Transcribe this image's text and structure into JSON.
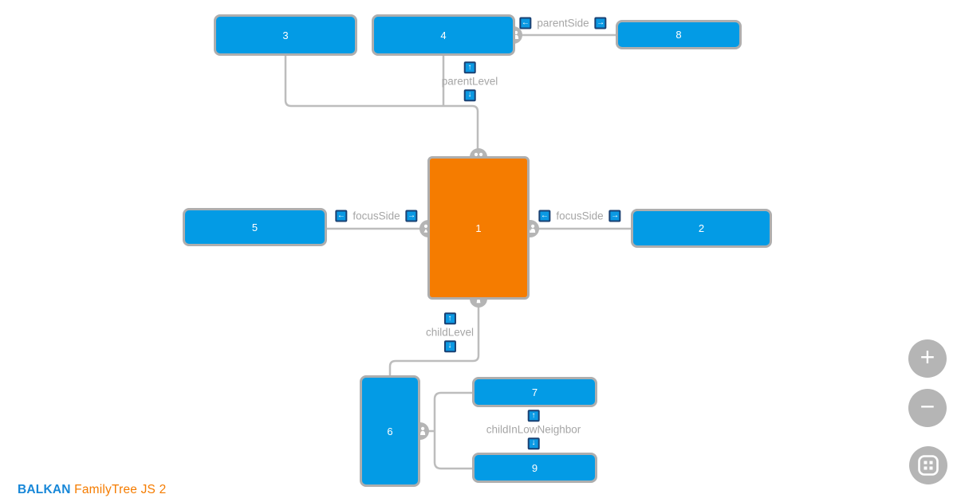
{
  "app": {
    "brand_bold": "BALKAN",
    "brand_rest": "FamilyTree JS 2"
  },
  "nodes": [
    {
      "id": "1",
      "label": "1",
      "color": "#F57C00",
      "role": "focus"
    },
    {
      "id": "2",
      "label": "2",
      "color": "#039BE5",
      "role": "focus-side-right"
    },
    {
      "id": "3",
      "label": "3",
      "color": "#039BE5",
      "role": "parent"
    },
    {
      "id": "4",
      "label": "4",
      "color": "#039BE5",
      "role": "parent"
    },
    {
      "id": "5",
      "label": "5",
      "color": "#039BE5",
      "role": "focus-side-left"
    },
    {
      "id": "6",
      "label": "6",
      "color": "#039BE5",
      "role": "child"
    },
    {
      "id": "7",
      "label": "7",
      "color": "#039BE5",
      "role": "child-neighbor-top"
    },
    {
      "id": "8",
      "label": "8",
      "color": "#039BE5",
      "role": "parent-side"
    },
    {
      "id": "9",
      "label": "9",
      "color": "#039BE5",
      "role": "child-neighbor-bottom"
    }
  ],
  "edge_labels": {
    "parent_side": "parentSide",
    "parent_level": "parentLevel",
    "focus_side_left": "focusSide",
    "focus_side_right": "focusSide",
    "child_level": "childLevel",
    "child_in_low_neighbor": "childInLowNeighbor"
  },
  "icons": {
    "arrow_up": "↑",
    "arrow_down": "↓",
    "arrow_left": "←",
    "arrow_right": "→",
    "zoom_in": "+",
    "zoom_out": "−"
  },
  "colors": {
    "node_blue": "#039BE5",
    "node_orange": "#F57C00",
    "node_border": "#aeaeae",
    "link_gray": "#bdbdbd",
    "connector_gray": "#b5b5b5",
    "label_text": "#a6a6a6",
    "arrow_button_blue": "#0b99e3",
    "arrow_button_border": "#1a4173",
    "brand_blue": "#1787d8",
    "brand_orange": "#F57C00"
  }
}
